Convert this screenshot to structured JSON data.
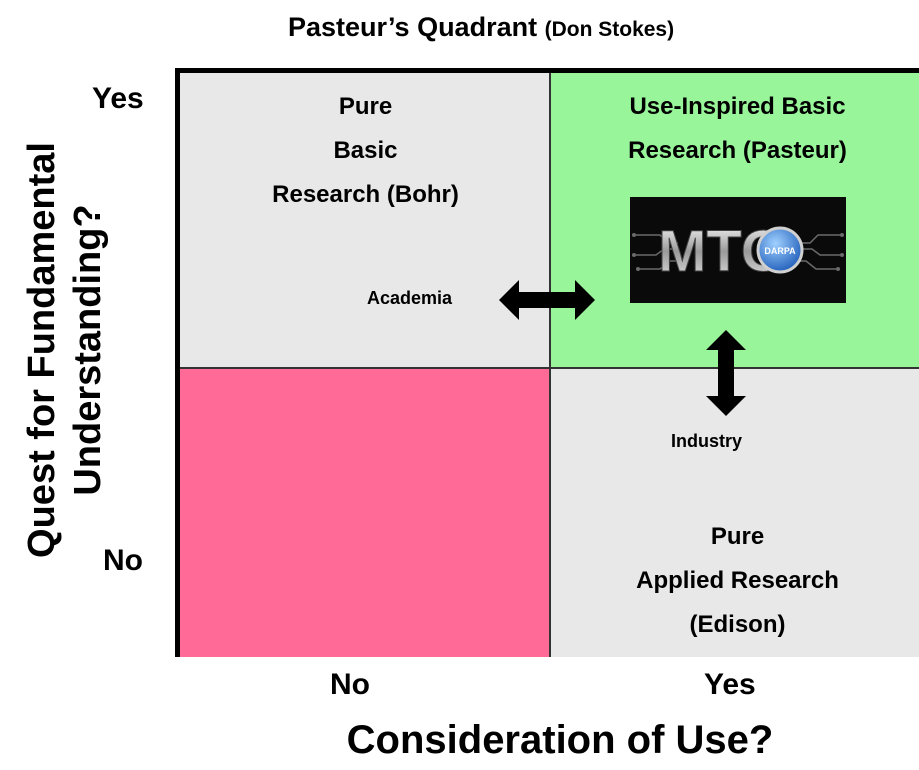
{
  "title": {
    "main": "Pasteur’s Quadrant",
    "sub": "(Don Stokes)"
  },
  "y_axis": {
    "label_line1": "Quest for Fundamental",
    "label_line2": "Understanding?",
    "tick_yes": "Yes",
    "tick_no": "No"
  },
  "x_axis": {
    "label": "Consideration of Use?",
    "tick_no": "No",
    "tick_yes": "Yes"
  },
  "quadrants": {
    "top_left": {
      "line1": "Pure",
      "line2": "Basic",
      "line3": "Research (Bohr)",
      "color": "#e8e8e8"
    },
    "top_right": {
      "line1": "Use-Inspired Basic",
      "line2": "Research (Pasteur)",
      "color": "#99f59a"
    },
    "bottom_left": {
      "color": "#ff6a96"
    },
    "bottom_right": {
      "line1": "Pure",
      "line2": "Applied Research",
      "line3": "(Edison)",
      "color": "#e8e8e8"
    }
  },
  "annotations": {
    "academia": "Academia",
    "industry": "Industry"
  },
  "logo": {
    "text": "MTO",
    "badge": "DARPA",
    "icon": "mto-darpa-logo"
  }
}
